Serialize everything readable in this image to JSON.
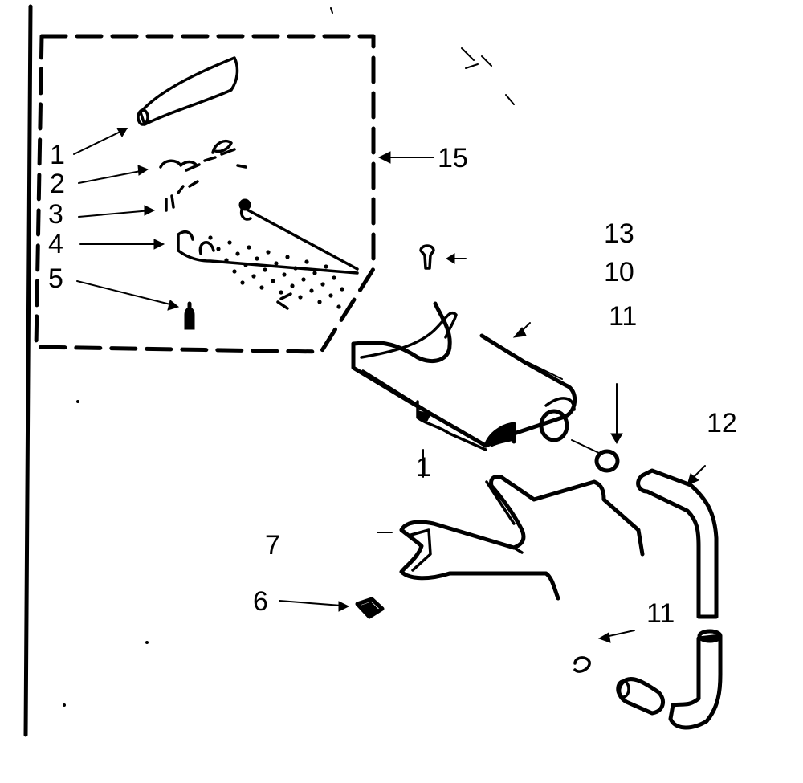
{
  "labels": {
    "p1": "1",
    "p2": "2",
    "p3": "3",
    "p4": "4",
    "p5": "5",
    "p15": "15",
    "p13": "13",
    "p10": "10",
    "p11a": "11",
    "p12": "12",
    "p7": "7",
    "p6": "6",
    "p11b": "11",
    "pdash": "1"
  }
}
